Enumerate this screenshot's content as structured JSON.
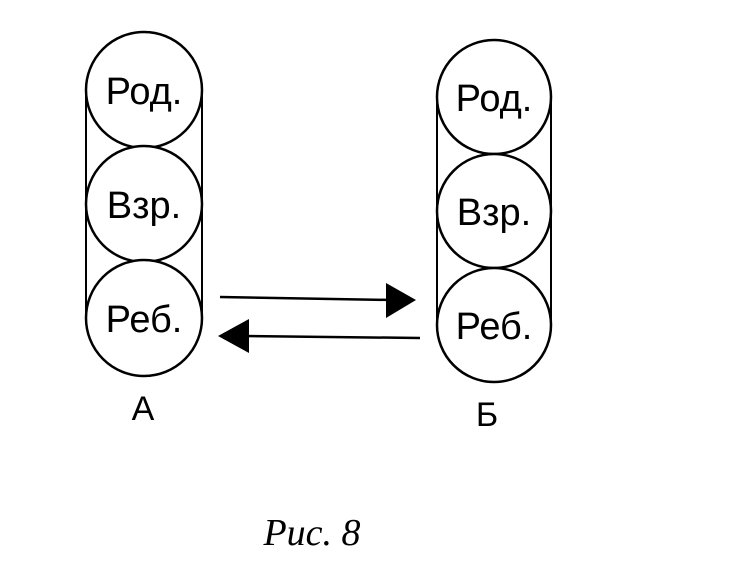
{
  "diagram": {
    "left_stack": {
      "label": "А",
      "states": [
        "Род.",
        "Взр.",
        "Реб."
      ]
    },
    "right_stack": {
      "label": "Б",
      "states": [
        "Род.",
        "Взр.",
        "Реб."
      ]
    },
    "caption": "Рис. 8"
  },
  "colors": {
    "ink": "#000000",
    "paper": "#ffffff"
  }
}
